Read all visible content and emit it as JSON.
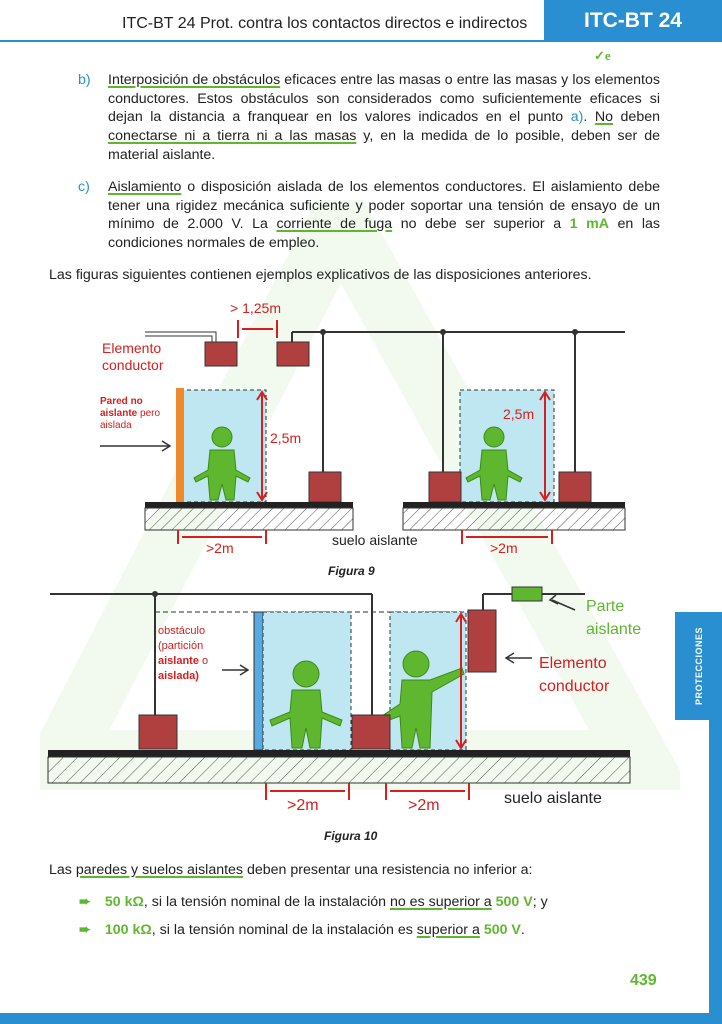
{
  "header": {
    "title": "ITC-BT 24 Prot. contra los contactos directos e indirectos",
    "tab": "ITC-BT 24"
  },
  "item_b": {
    "label": "b)",
    "u1": "Interposición de obstáculos",
    "t1": " eficaces entre las masas o entre las masas y los elementos conductores. Estos obstáculos son considerados como suficientemente eficaces si dejan la distancia a franquear en los valores indicados en el punto ",
    "ref": "a)",
    "t2": ". ",
    "u2": "No",
    "t3": " deben ",
    "u3": "conectarse ni a tierra ni a las masas",
    "t4": " y, en la medida de lo posible, deben ser de material aislante."
  },
  "item_c": {
    "label": "c)",
    "u1": "Aislamiento",
    "t1": " o disposición aislada de los elementos conductores. El aislamiento debe tener una rigidez mecánica suficiente y poder soportar una tensión de ensayo de un mínimo de 2.000 V. La ",
    "u2": "corriente de fuga",
    "t2": " no debe ser superior a ",
    "val": "1 mA",
    "t3": " en las condiciones normales de empleo."
  },
  "intro": "Las figuras siguientes contienen ejemplos explicativos de las disposiciones anteriores.",
  "fig9": {
    "dist1": "> 1,25m",
    "elem": "Elemento",
    "elem2": "conductor",
    "pared1": "Pared ",
    "pared2": "no",
    "pared3": "aislante",
    "pared4": " pero",
    "pared5": "aislada",
    "h1": "2,5m",
    "h2": "2,5m",
    "d1": ">2m",
    "d2": ">2m",
    "suelo": "suelo aislante",
    "caption": "Figura 9"
  },
  "fig10": {
    "obs1": "obstáculo",
    "obs2": "(partición",
    "obs3": "aislante",
    "obs4": " o",
    "obs5": "aislada)",
    "parte1": "Parte",
    "parte2": "aislante",
    "elem1": "Elemento",
    "elem2": "conductor",
    "d1": ">2m",
    "d2": ">2m",
    "suelo": "suelo aislante",
    "caption": "Figura 10"
  },
  "walls": {
    "t1": "Las ",
    "u1": "paredes y suelos aislantes",
    "t2": " deben presentar una resistencia no inferior a:"
  },
  "b1": {
    "v": "50 kΩ",
    "t1": ", si la tensión nominal de la instalación ",
    "u": "no es superior a",
    "t2": " ",
    "v2": "500 V",
    "t3": "; y"
  },
  "b2": {
    "v": "100 kΩ",
    "t1": ", si la tensión nominal de la instalación es ",
    "u": "superior a",
    "t2": " ",
    "v2": "500 V",
    "t3": "."
  },
  "side": "PROTECCIONES",
  "page": "439",
  "colors": {
    "accent": "#2a8fd0",
    "green": "#5fb72f",
    "red": "#d42020"
  }
}
